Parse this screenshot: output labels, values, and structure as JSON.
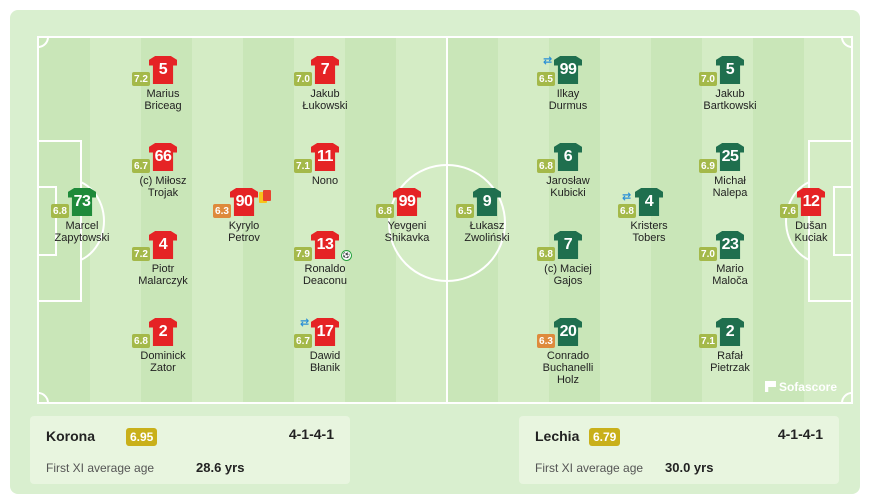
{
  "home": {
    "name": "Korona",
    "rating": "6.95",
    "formation": "4-1-4-1",
    "age_label": "First XI average age",
    "age_value": "28.6 yrs",
    "players": [
      {
        "number": "73",
        "name": "Marcel\nZapytowski",
        "rating": "6.8",
        "rating_class": "r-green"
      },
      {
        "number": "5",
        "name": "Marius\nBriceag",
        "rating": "7.2",
        "rating_class": "r-green"
      },
      {
        "number": "66",
        "name": "(c) Miłosz\nTrojak",
        "rating": "6.7",
        "rating_class": "r-green"
      },
      {
        "number": "4",
        "name": "Piotr\nMalarczyk",
        "rating": "7.2",
        "rating_class": "r-green"
      },
      {
        "number": "2",
        "name": "Dominick\nZator",
        "rating": "6.8",
        "rating_class": "r-green"
      },
      {
        "number": "90",
        "name": "Kyrylo\nPetrov",
        "rating": "6.3",
        "rating_class": "r-orange"
      },
      {
        "number": "7",
        "name": "Jakub\nŁukowski",
        "rating": "7.0",
        "rating_class": "r-green"
      },
      {
        "number": "11",
        "name": "Nono",
        "rating": "7.1",
        "rating_class": "r-green"
      },
      {
        "number": "13",
        "name": "Ronaldo\nDeaconu",
        "rating": "7.9",
        "rating_class": "r-green"
      },
      {
        "number": "17",
        "name": "Dawid\nBłanik",
        "rating": "6.7",
        "rating_class": "r-green"
      },
      {
        "number": "99",
        "name": "Yevgeni\nShikavka",
        "rating": "6.8",
        "rating_class": "r-green"
      }
    ]
  },
  "away": {
    "name": "Lechia",
    "rating": "6.79",
    "formation": "4-1-4-1",
    "age_label": "First XI average age",
    "age_value": "30.0 yrs",
    "players": [
      {
        "number": "9",
        "name": "Łukasz\nZwoliński",
        "rating": "6.5",
        "rating_class": "r-green"
      },
      {
        "number": "99",
        "name": "Ilkay\nDurmus",
        "rating": "6.5",
        "rating_class": "r-green"
      },
      {
        "number": "6",
        "name": "Jarosław\nKubicki",
        "rating": "6.8",
        "rating_class": "r-green"
      },
      {
        "number": "7",
        "name": "(c) Maciej\nGajos",
        "rating": "6.8",
        "rating_class": "r-green"
      },
      {
        "number": "20",
        "name": "Conrado\nBuchanelli\nHolz",
        "rating": "6.3",
        "rating_class": "r-orange"
      },
      {
        "number": "4",
        "name": "Kristers\nTobers",
        "rating": "6.8",
        "rating_class": "r-green"
      },
      {
        "number": "5",
        "name": "Jakub\nBartkowski",
        "rating": "7.0",
        "rating_class": "r-green"
      },
      {
        "number": "25",
        "name": "Michał\nNalepa",
        "rating": "6.9",
        "rating_class": "r-green"
      },
      {
        "number": "23",
        "name": "Mario\nMaloča",
        "rating": "7.0",
        "rating_class": "r-green"
      },
      {
        "number": "2",
        "name": "Rafał\nPietrzak",
        "rating": "7.1",
        "rating_class": "r-green"
      },
      {
        "number": "12",
        "name": "Dušan\nKuciak",
        "rating": "7.6",
        "rating_class": "r-green"
      }
    ]
  },
  "icons": {
    "substitution": "⇄",
    "goal": "⚽"
  },
  "watermark": "Sofascore",
  "colors": {
    "home_shirt": "#e52325",
    "away_shirt": "#1f6f4e",
    "rating_green": "#a4b94a",
    "rating_orange": "#de8a3c",
    "team_rating": "#c9b01a"
  }
}
